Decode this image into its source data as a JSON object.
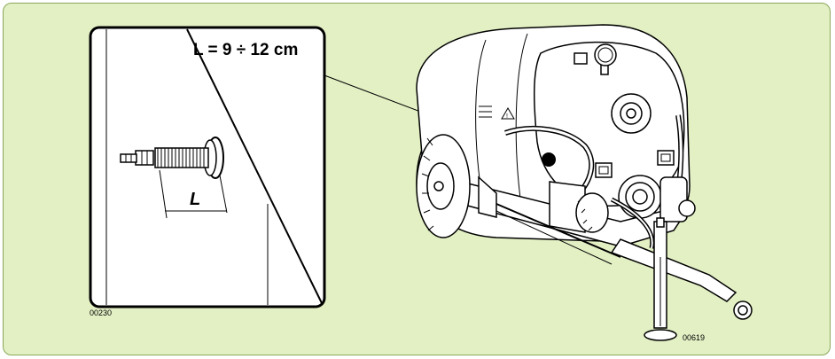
{
  "detail": {
    "measurement": "L = 9 ÷ 12 cm",
    "dimension_letter": "L",
    "figure_code": "00230"
  },
  "sprayer": {
    "figure_code": "00619"
  }
}
